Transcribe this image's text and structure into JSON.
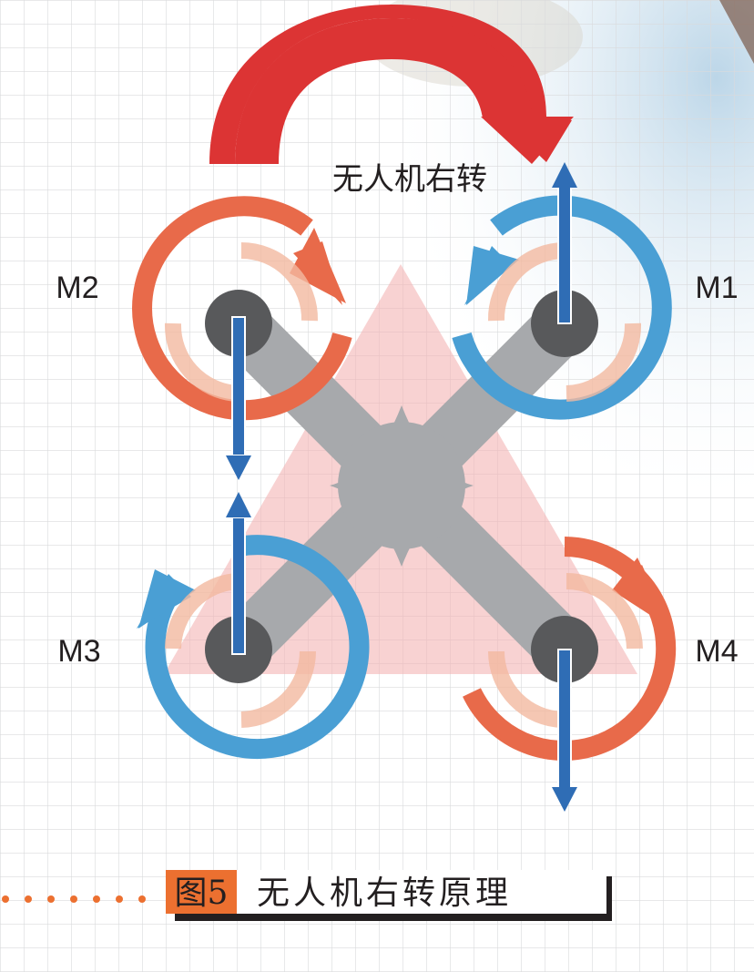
{
  "diagram": {
    "rotation_label": "无人机右转",
    "motors": [
      {
        "id": "M1",
        "label": "M1",
        "rotation": "counterclockwise",
        "ring_color": "#4a9fd4",
        "thrust": "up"
      },
      {
        "id": "M2",
        "label": "M2",
        "rotation": "clockwise",
        "ring_color": "#e86a4a",
        "thrust": "down"
      },
      {
        "id": "M3",
        "label": "M3",
        "rotation": "counterclockwise",
        "ring_color": "#4a9fd4",
        "thrust": "up"
      },
      {
        "id": "M4",
        "label": "M4",
        "rotation": "clockwise",
        "ring_color": "#e86a4a",
        "thrust": "down"
      }
    ],
    "colors": {
      "yaw_arrow": "#dc3434",
      "thrust_arrow": "#2f6db5",
      "frame": "#a7a9ac",
      "hub": "#58595b",
      "direction_triangle": "#f3b4b4",
      "caption_tag_bg": "#ec7030"
    }
  },
  "caption": {
    "tag": "图5",
    "text": "无人机右转原理"
  }
}
